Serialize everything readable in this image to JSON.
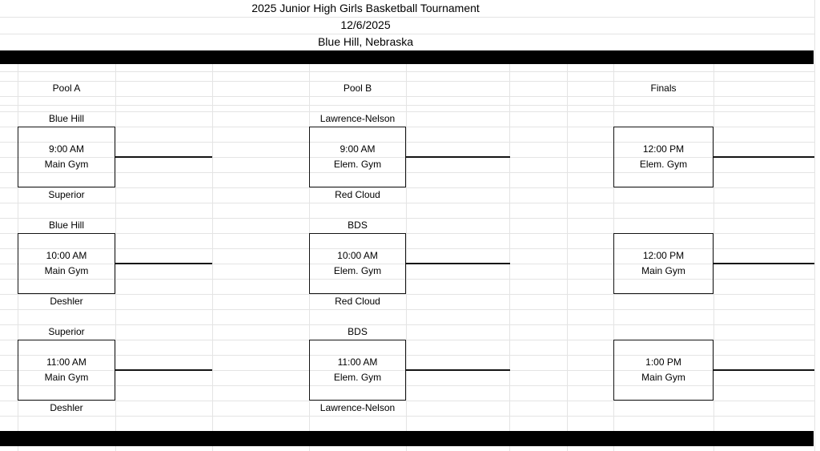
{
  "header": {
    "title": "2025 Junior High Girls Basketball Tournament",
    "date": "12/6/2025",
    "location": "Blue Hill, Nebraska"
  },
  "bracket": {
    "pool_a": {
      "label": "Pool A",
      "games": [
        {
          "team1": "Blue Hill",
          "time": "9:00 AM",
          "venue": "Main Gym",
          "team2": "Superior"
        },
        {
          "team1": "Blue Hill",
          "time": "10:00 AM",
          "venue": "Main Gym",
          "team2": "Deshler"
        },
        {
          "team1": "Superior",
          "time": "11:00 AM",
          "venue": "Main Gym",
          "team2": "Deshler"
        }
      ]
    },
    "pool_b": {
      "label": "Pool B",
      "games": [
        {
          "team1": "Lawrence-Nelson",
          "time": "9:00 AM",
          "venue": "Elem. Gym",
          "team2": "Red Cloud"
        },
        {
          "team1": "BDS",
          "time": "10:00 AM",
          "venue": "Elem. Gym",
          "team2": "Red Cloud"
        },
        {
          "team1": "BDS",
          "time": "11:00 AM",
          "venue": "Elem. Gym",
          "team2": "Lawrence-Nelson"
        }
      ]
    },
    "finals": {
      "label": "Finals",
      "games": [
        {
          "time": "12:00 PM",
          "venue": "Elem. Gym"
        },
        {
          "time": "12:00 PM",
          "venue": "Main Gym"
        },
        {
          "time": "1:00 PM",
          "venue": "Main Gym"
        }
      ]
    }
  },
  "colors": {
    "bar": "#000000",
    "gridline": "#e4e4e4",
    "box_border": "#141414",
    "text": "#000000",
    "background": "#ffffff"
  }
}
